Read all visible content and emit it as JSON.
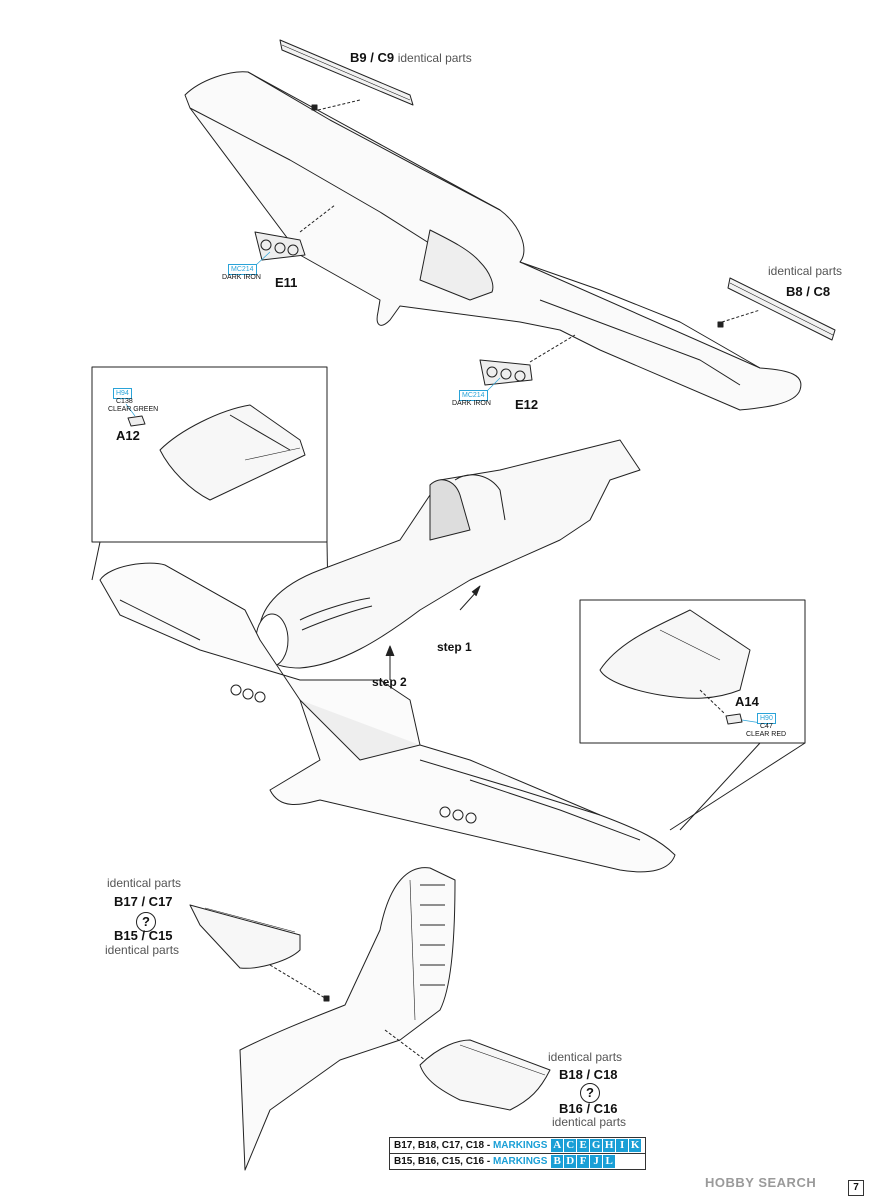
{
  "top_wing": {
    "flap_part": "B9 / C9",
    "flap_note": "identical parts",
    "right_flap_note": "identical parts",
    "right_flap_part": "B8 / C8",
    "e11": {
      "paint_code": "MC214",
      "paint_name": "DARK IRON",
      "part": "E11"
    },
    "e12": {
      "paint_code": "MC214",
      "paint_name": "DARK IRON",
      "part": "E12"
    }
  },
  "callout_left": {
    "paint_code": "H94",
    "paint_code2": "C138",
    "paint_name": "CLEAR GREEN",
    "part": "A12"
  },
  "callout_right": {
    "part": "A14",
    "paint_code": "H90",
    "paint_code2": "C47",
    "paint_name": "CLEAR RED"
  },
  "fuselage": {
    "step1": "step 1",
    "step2": "step 2"
  },
  "tail_left": {
    "note_top": "identical parts",
    "part_a": "B17 / C17",
    "question": "?",
    "part_b": "B15 / C15",
    "note_bottom": "identical parts"
  },
  "tail_right": {
    "note_top": "identical parts",
    "part_a": "B18 / C18",
    "question": "?",
    "part_b": "B16 / C16",
    "note_bottom": "identical parts"
  },
  "markings": {
    "rows": [
      {
        "parts": "B17, B18, C17, C18 - ",
        "word": "MARKINGS",
        "letters": [
          "A",
          "C",
          "E",
          "G",
          "H",
          "I",
          "K"
        ]
      },
      {
        "parts": "B15, B16, C15, C16 - ",
        "word": "MARKINGS",
        "letters": [
          "B",
          "D",
          "F",
          "J",
          "L"
        ]
      }
    ]
  },
  "watermark": "HOBBY SEARCH",
  "page_number": "7",
  "colors": {
    "accent": "#1a9fd6",
    "line": "#222222",
    "note": "#555555"
  }
}
